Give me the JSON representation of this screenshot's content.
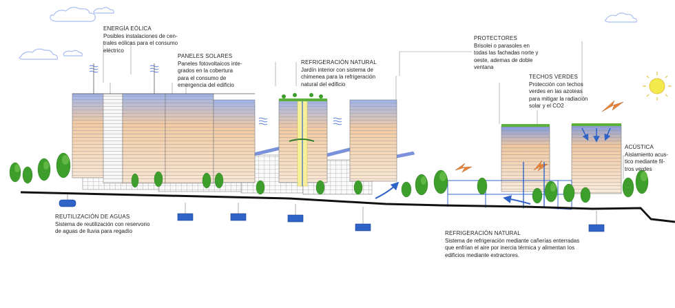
{
  "annotations": {
    "energia_eolica": {
      "title": "ENERGÍA EÓLICA",
      "text": "Posibles instalaciones de cen-\ntrales eólicas para el consumo\neléctrico"
    },
    "paneles_solares": {
      "title": "PANELES SOLARES",
      "text": "Paneles fotovoltaicos inte-\ngrados en la cobertura\npara el consumo de\nemergencia del edificio"
    },
    "refrigeracion_natural_top": {
      "title": "REFRIGERACIÓN NATURAL",
      "text": "Jardín interior con sistema de\nchimenea para la refrigeración\nnatural del edificio"
    },
    "protectores": {
      "title": "PROTECTORES",
      "text": "Brisolei o parasoles en\ntodas las fachadas norte y\noeste, ademas de doble\nventana"
    },
    "techos_verdes": {
      "title": "TECHOS VERDES",
      "text": "Protección con techos\nverdes en las azoteas\npara mitigar la radiación\nsolar y el CO2"
    },
    "acustica": {
      "title": "ACÚSTICA",
      "text": "Aislamiento acus-\ntico mediante fil-\ntros verdes"
    },
    "reutilizacion_aguas": {
      "title": "REUTILIZACIÓN DE AGUAS",
      "text": "Sistema de reutilización con reservorio\nde aguas de lluvia para regadío"
    },
    "refrigeracion_natural_bottom": {
      "title": "REFRIGERACIÓN NATURAL",
      "text": "Sistema de refrigeración mediante cañerías enterradas\nque enfrían el aire por inercia térmica y alimentan los\nedificios mediante extractores."
    }
  },
  "colors": {
    "facade_warm": "#f3cfa8",
    "facade_cool": "#8fa8e6",
    "tree_green": "#3e9e2c",
    "tree_light": "#6cc04a",
    "ground": "#111111",
    "water_tank": "#2f63c7",
    "arrow_orange": "#e8833a",
    "arrow_blue": "#2f63c7",
    "sun_yellow": "#f2ea4c",
    "chimney_yellow": "#f7ef9a",
    "cloud_blue": "#a9bff0"
  },
  "icons": [
    "cloud-icon",
    "sun-icon",
    "wind-turbine-icon",
    "water-tank-icon",
    "tree-icon"
  ]
}
